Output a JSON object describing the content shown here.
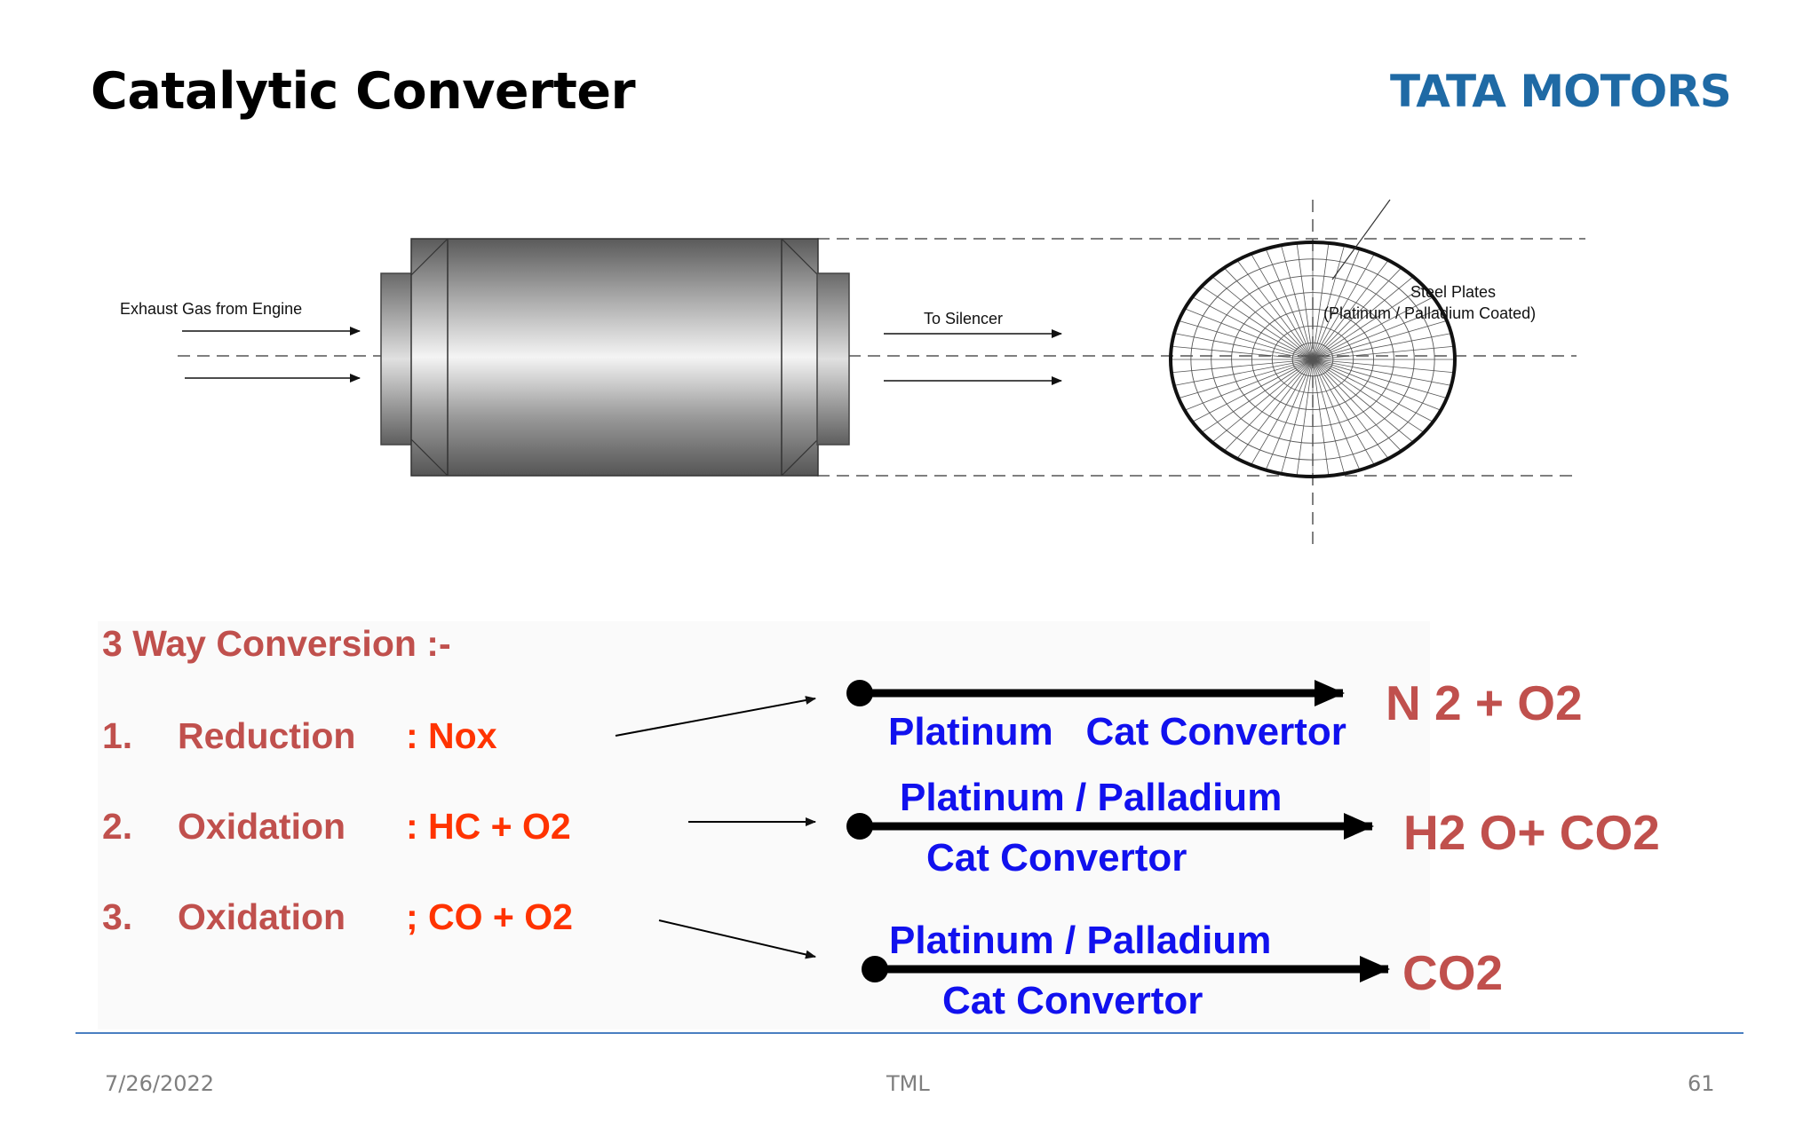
{
  "slide": {
    "title": "Catalytic Converter",
    "brand": "TATA MOTORS",
    "brand_color": "#1f6aa5"
  },
  "diagram": {
    "inlet_label": "Exhaust Gas from Engine",
    "outlet_label": "To Silencer",
    "plates_label_line1": "Steel Plates",
    "plates_label_line2": "(Platinum / Palladium Coated)"
  },
  "conversion": {
    "heading": "3 Way Conversion :-",
    "steps": [
      {
        "num": "1.",
        "process": "Reduction",
        "reactants": ": Nox",
        "catalyst_top": "Platinum   Cat Convertor",
        "catalyst_bottom": "",
        "product": "N 2 + O2"
      },
      {
        "num": "2.",
        "process": "Oxidation",
        "reactants": ": HC + O2",
        "catalyst_top": "Platinum / Palladium",
        "catalyst_bottom": "Cat Convertor",
        "product": "H2 O+ CO2"
      },
      {
        "num": "3.",
        "process": "Oxidation",
        "reactants": "; CO + O2",
        "catalyst_top": "Platinum / Palladium",
        "catalyst_bottom": "Cat Convertor",
        "product": "CO2"
      }
    ]
  },
  "footer": {
    "date": "7/26/2022",
    "center": "TML",
    "page": "61"
  },
  "colors": {
    "step_text": "#c0504d",
    "reactant_text": "#ff3300",
    "catalyst_text": "#1111ee",
    "product_text": "#c0504d",
    "footer_rule": "#4a7fc1"
  }
}
